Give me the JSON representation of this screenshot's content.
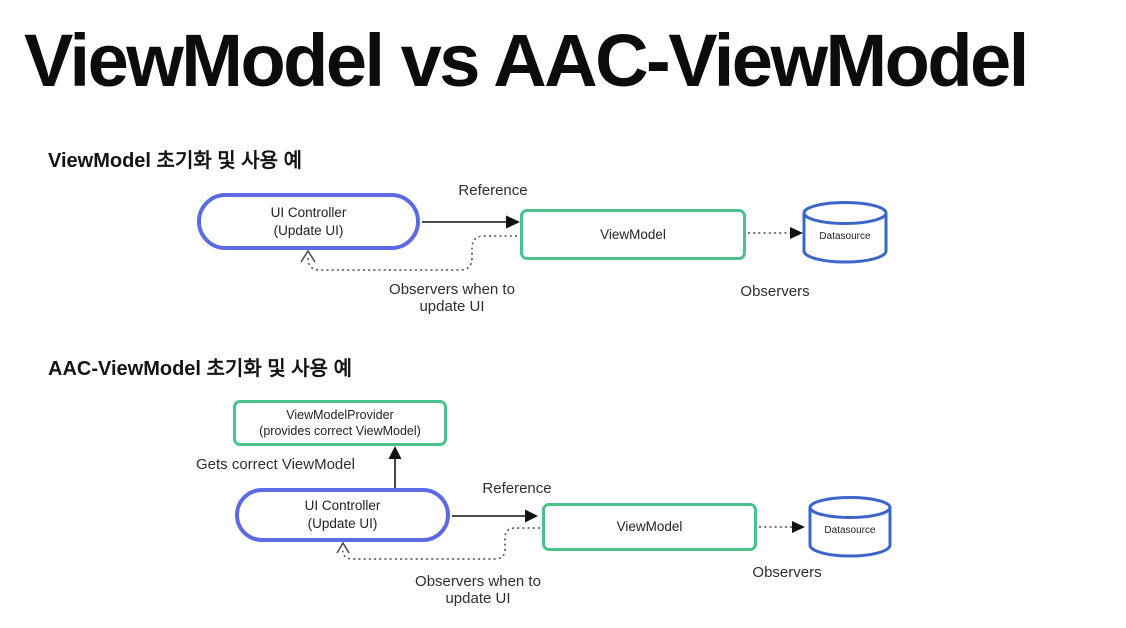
{
  "title": "ViewModel vs AAC-ViewModel",
  "sections": [
    {
      "heading": "ViewModel 초기화 및 사용 예"
    },
    {
      "heading": "AAC-ViewModel 초기화 및 사용 예"
    }
  ],
  "diagram1": {
    "ui_controller_line1": "UI Controller",
    "ui_controller_line2": "(Update UI)",
    "viewmodel": "ViewModel",
    "datasource": "Datasource",
    "reference": "Reference",
    "observers_when_line1": "Observers when to",
    "observers_when_line2": "update UI",
    "observers": "Observers"
  },
  "diagram2": {
    "provider_line1": "ViewModelProvider",
    "provider_line2": "(provides correct ViewModel)",
    "gets_correct": "Gets correct ViewModel",
    "ui_controller_line1": "UI Controller",
    "ui_controller_line2": "(Update UI)",
    "viewmodel": "ViewModel",
    "datasource": "Datasource",
    "reference": "Reference",
    "observers_when_line1": "Observers when to",
    "observers_when_line2": "update UI",
    "observers": "Observers"
  },
  "colors": {
    "controller_blue": "#5C6AE4",
    "box_green": "#49C28C",
    "datasource_blue": "#3966C8"
  }
}
